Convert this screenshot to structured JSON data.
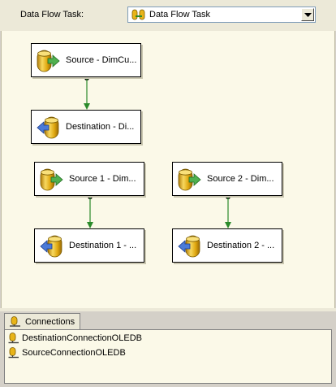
{
  "header": {
    "label": "Data Flow Task:",
    "selected_task": "Data Flow Task",
    "selected_task_icon": "data-flow-task-icon"
  },
  "components": [
    {
      "label": "Source - DimCu...",
      "icon": "oledb-source-icon"
    },
    {
      "label": "Destination - Di...",
      "icon": "oledb-destination-icon"
    },
    {
      "label": "Source 1 - Dim...",
      "icon": "oledb-source-icon"
    },
    {
      "label": "Source 2 - Dim...",
      "icon": "oledb-source-icon"
    },
    {
      "label": "Destination 1 - ...",
      "icon": "oledb-destination-icon"
    },
    {
      "label": "Destination 2 - ...",
      "icon": "oledb-destination-icon"
    }
  ],
  "colors": {
    "canvas_background": "#fbf9e8",
    "data_path_green": "#2a8a2a",
    "cylinder_gold": "#e8b418"
  },
  "connections_panel": {
    "tab_label": "Connections",
    "tab_icon": "connection-manager-icon",
    "items": [
      {
        "label": "DestinationConnectionOLEDB",
        "icon": "connection-icon"
      },
      {
        "label": "SourceConnectionOLEDB",
        "icon": "connection-icon"
      }
    ]
  }
}
